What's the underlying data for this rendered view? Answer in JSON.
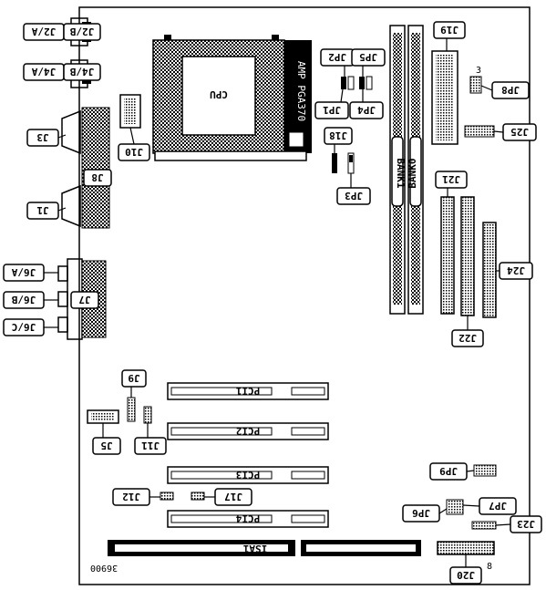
{
  "diagram": {
    "board_id": "36900",
    "socket": {
      "cpu_label": "CPU",
      "side_label": "AMP PGA370"
    },
    "bank0": "BANK0",
    "bank1": "BANK1",
    "jp8_pin": "3",
    "j20_pin": "8",
    "isa_slot": "ISA1",
    "pci_slots": [
      "PCI1",
      "PCI2",
      "PCI3",
      "PCI4"
    ],
    "callouts": {
      "J2A": "J2/A",
      "J2B": "J2/B",
      "J4A": "J4/A",
      "J4B": "J4/B",
      "J3": "J3",
      "J8": "J8",
      "J1": "J1",
      "J10": "J10",
      "J6A": "J6/A",
      "J6B": "J6/B",
      "J6C": "J6/C",
      "J7": "J7",
      "JP2": "JP2",
      "JP5": "JP5",
      "JP1": "JP1",
      "JP4": "JP4",
      "J18": "J18",
      "JP3": "JP3",
      "J19": "J19",
      "JP8": "JP8",
      "J25": "J25",
      "J21": "J21",
      "J24": "J24",
      "J22": "J22",
      "J9": "J9",
      "J5": "J5",
      "J11": "J11",
      "JP9": "JP9",
      "J12": "J12",
      "J17": "J17",
      "JP6": "JP6",
      "JP7": "JP7",
      "J23": "J23",
      "J20": "J20"
    }
  }
}
